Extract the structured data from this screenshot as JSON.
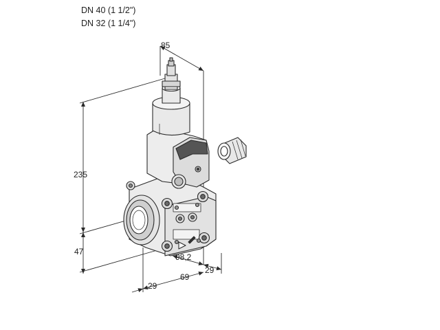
{
  "header": {
    "line1": "DN 40 (1 1/2\")",
    "line2": "DN 32 (1 1/4\")"
  },
  "dimensions": {
    "width_top": "85",
    "height_overall": "235",
    "height_low": "47",
    "flange_offset": "98,2",
    "right_offset": "29",
    "left_offset": "29",
    "center_width": "69"
  },
  "colors": {
    "line": "#2a2a2a",
    "body_fill": "#ececec",
    "shade": "#bdbdbd",
    "dark": "#555555"
  }
}
